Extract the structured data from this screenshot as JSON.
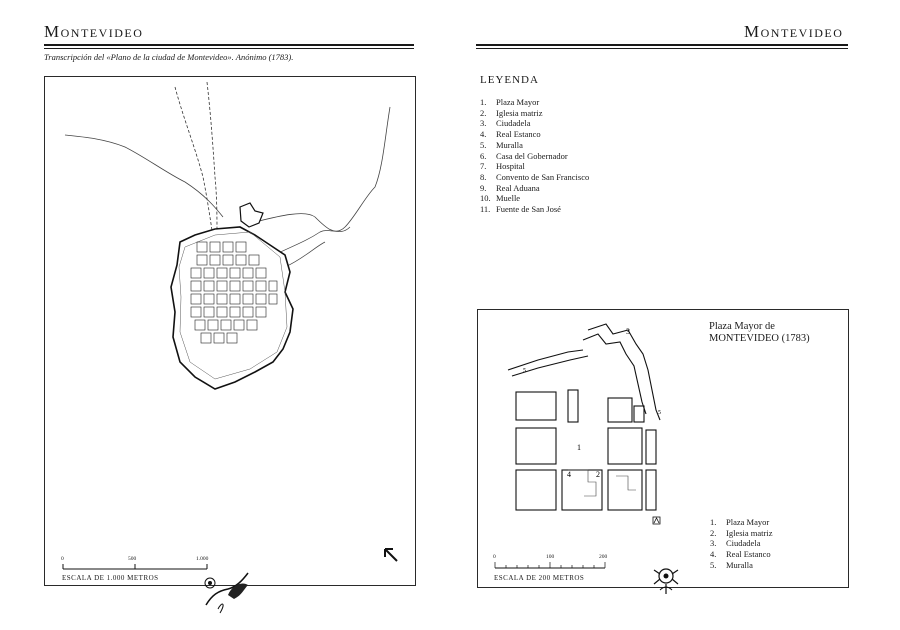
{
  "left_page": {
    "running_head": "Montevideo",
    "caption": "Transcripción del «Plano de la ciudad de Montevideo». Anónimo (1783).",
    "scale": {
      "label": "ESCALA DE 1.000 METROS",
      "ticks": [
        "0",
        "500",
        "1.000"
      ]
    }
  },
  "right_page": {
    "running_head": "Montevideo",
    "legend": {
      "title": "LEYENDA",
      "items": [
        {
          "num": "1.",
          "label": "Plaza Mayor"
        },
        {
          "num": "2.",
          "label": "Iglesia matriz"
        },
        {
          "num": "3.",
          "label": "Ciudadela"
        },
        {
          "num": "4.",
          "label": "Real Estanco"
        },
        {
          "num": "5.",
          "label": "Muralla"
        },
        {
          "num": "6.",
          "label": "Casa del Gobernador"
        },
        {
          "num": "7.",
          "label": "Hospital"
        },
        {
          "num": "8.",
          "label": "Convento de San Francisco"
        },
        {
          "num": "9.",
          "label": "Real Aduana"
        },
        {
          "num": "10.",
          "label": "Muelle"
        },
        {
          "num": "11.",
          "label": "Fuente de San José"
        }
      ]
    },
    "inset": {
      "title_line1": "Plaza Mayor de",
      "title_line2": "MONTEVIDEO (1783)",
      "map_labels": [
        "1",
        "2",
        "3",
        "4",
        "5",
        "5"
      ],
      "legend": [
        {
          "num": "1.",
          "label": "Plaza Mayor"
        },
        {
          "num": "2.",
          "label": "Iglesia matriz"
        },
        {
          "num": "3.",
          "label": "Ciudadela"
        },
        {
          "num": "4.",
          "label": "Real Estanco"
        },
        {
          "num": "5.",
          "label": "Muralla"
        }
      ],
      "scale": {
        "label": "ESCALA DE 200 METROS",
        "ticks": [
          "0",
          "100",
          "200"
        ]
      }
    }
  }
}
